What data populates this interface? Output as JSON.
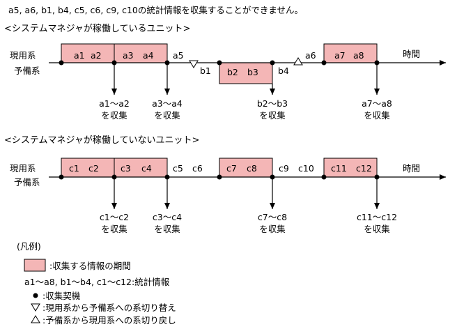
{
  "header": {
    "note": "a5, a6, b1, b4, c5, c6, c9, c10の統計情報を収集することができません。"
  },
  "colors": {
    "period_fill": "#F4B6B6",
    "line": "#000000",
    "background": "#FFFFFF"
  },
  "section1": {
    "title": "<システムマネジャが稼働しているユニット>",
    "active_label": "現用系",
    "standby_label": "予備系",
    "time_label": "時間",
    "active_boxes": [
      {
        "label1": "a1",
        "label2": "a2"
      },
      {
        "label1": "a3",
        "label2": "a4"
      },
      {
        "label1": "a7",
        "label2": "a8"
      }
    ],
    "standby_boxes": [
      {
        "label1": "b1",
        "label2": "b2",
        "label3": "b3",
        "label4": "b4"
      }
    ],
    "gap_labels": [
      "a5",
      "a6"
    ],
    "collections": [
      {
        "line1": "a1〜a2",
        "line2": "を収集"
      },
      {
        "line1": "a3〜a4",
        "line2": "を収集"
      },
      {
        "line1": "b2〜b3",
        "line2": "を収集"
      },
      {
        "line1": "a7〜a8",
        "line2": "を収集"
      }
    ]
  },
  "section2": {
    "title": "<システムマネジャが稼働していないユニット>",
    "active_label": "現用系",
    "standby_label": "予備系",
    "time_label": "時間",
    "boxes": [
      {
        "label1": "c1",
        "label2": "c2"
      },
      {
        "label1": "c3",
        "label2": "c4"
      },
      {
        "label1": "c7",
        "label2": "c8"
      },
      {
        "label1": "c11",
        "label2": "c12"
      }
    ],
    "gap_labels": [
      "c5",
      "c6",
      "c9",
      "c10"
    ],
    "collections": [
      {
        "line1": "c1〜c2",
        "line2": "を収集"
      },
      {
        "line1": "c3〜c4",
        "line2": "を収集"
      },
      {
        "line1": "c7〜c8",
        "line2": "を収集"
      },
      {
        "line1": "c11〜c12",
        "line2": "を収集"
      }
    ]
  },
  "legend": {
    "title": "(凡例)",
    "period_text": ":収集する情報の期間",
    "stats_text": "a1〜a8, b1〜b4, c1〜c12:統計情報",
    "dot_text": ":収集契機",
    "down_text": ":現用系から予備系への系切り替え",
    "up_text": ":予備系から現用系への系切り戻し"
  }
}
